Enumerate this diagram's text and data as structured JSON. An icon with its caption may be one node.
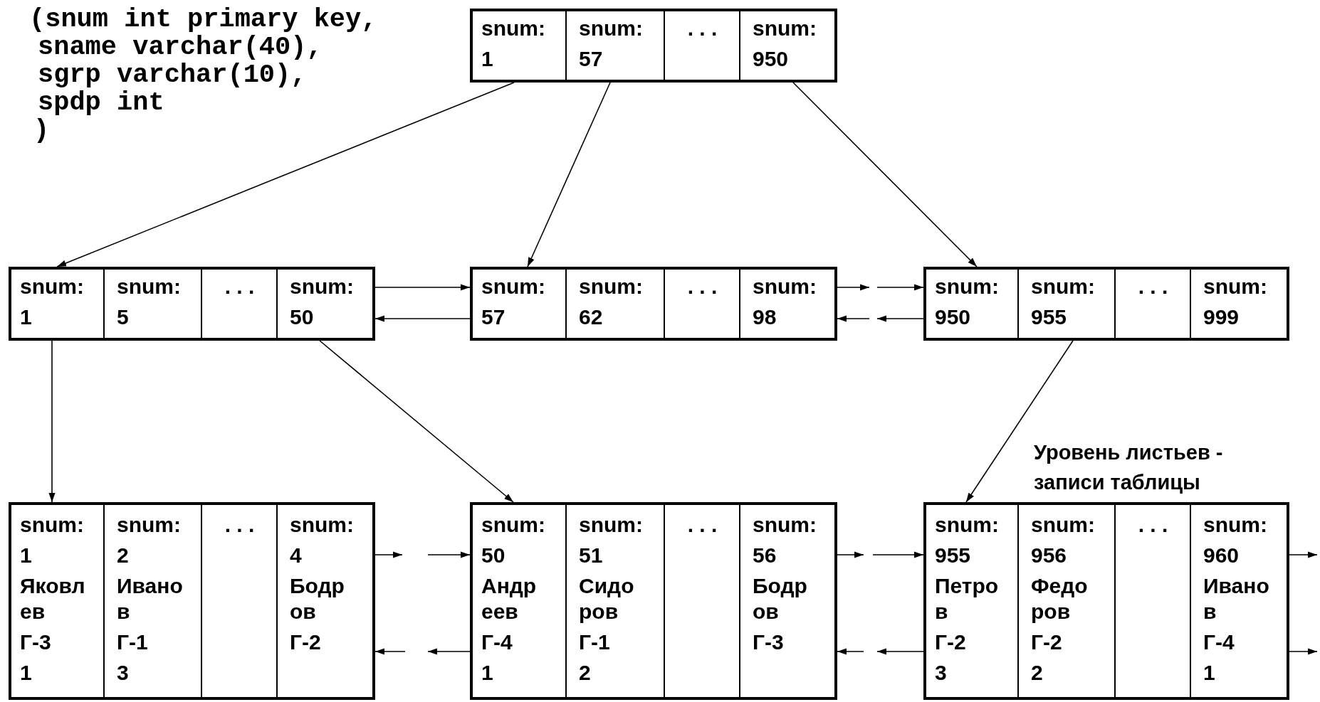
{
  "diagram": {
    "nodes": [
      {
        "text": [],
        "shape": "box"
      },
      {
        "text": [
          "snum:",
          "1"
        ],
        "in": 0
      },
      {
        "text": [
          "snum:",
          "57"
        ],
        "in": 0
      },
      {
        "text": [
          ". . ."
        ],
        "in": 0
      },
      {
        "text": [
          "snum:",
          "950"
        ],
        "in": 0
      },
      {
        "text": [],
        "shape": "box"
      },
      {
        "text": [
          "snum:",
          "1"
        ],
        "in": 5
      },
      {
        "text": [
          "snum:",
          "5"
        ],
        "in": 5
      },
      {
        "text": [
          ". . ."
        ],
        "in": 5
      },
      {
        "text": [
          "snum:",
          "50"
        ],
        "in": 5
      },
      {
        "text": [],
        "shape": "box"
      },
      {
        "text": [
          "snum:",
          "57"
        ],
        "in": 10
      },
      {
        "text": [
          "snum:",
          "62"
        ],
        "in": 10
      },
      {
        "text": [
          ". . ."
        ],
        "in": 10
      },
      {
        "text": [
          "snum:",
          "98"
        ],
        "in": 10
      },
      {
        "text": [],
        "shape": "box"
      },
      {
        "text": [
          "snum:",
          "950"
        ],
        "in": 15
      },
      {
        "text": [
          "snum:",
          "955"
        ],
        "in": 15
      },
      {
        "text": [
          ". . ."
        ],
        "in": 15
      },
      {
        "text": [
          "snum:",
          "999"
        ],
        "in": 15
      },
      {
        "text": [],
        "shape": "box"
      },
      {
        "text": [
          "snum:",
          "1",
          "Яковлев",
          "Г-3",
          "1"
        ],
        "in": 20
      },
      {
        "text": [
          "snum:",
          "2",
          "Иванов",
          "Г-1",
          "3"
        ],
        "in": 20
      },
      {
        "text": [
          ". . ."
        ],
        "in": 20
      },
      {
        "text": [
          "snum:",
          "4",
          "Бодров",
          "Г-2"
        ],
        "in": 20
      },
      {
        "text": [],
        "shape": "box"
      },
      {
        "text": [
          "snum:",
          "50",
          "Андреев",
          "Г-4",
          "1"
        ],
        "in": 25
      },
      {
        "text": [
          "snum:",
          "51",
          "Сидоров",
          "Г-1",
          "2"
        ],
        "in": 25
      },
      {
        "text": [
          ". . ."
        ],
        "in": 25
      },
      {
        "text": [
          "snum:",
          "56",
          "Бодров",
          "Г-3"
        ],
        "in": 25
      },
      {
        "text": [],
        "shape": "box"
      },
      {
        "text": [
          "snum:",
          "955",
          "Петров",
          "Г-2",
          "3"
        ],
        "in": 30
      },
      {
        "text": [
          "snum:",
          "956",
          "Федоров",
          "Г-2",
          "2"
        ],
        "in": 30
      },
      {
        "text": [
          ". . ."
        ],
        "in": 30
      },
      {
        "text": [
          "snum:",
          "960",
          "Иванов",
          "Г-4",
          "1"
        ],
        "in": 30
      }
    ],
    "edges": [
      {
        "from": 1,
        "to": 5,
        "arrow": "to"
      },
      {
        "from": 2,
        "to": 10,
        "arrow": "to"
      },
      {
        "from": 4,
        "to": 15,
        "arrow": "to"
      },
      {
        "from": 6,
        "to": 20,
        "arrow": "to"
      },
      {
        "from": 9,
        "to": 25,
        "arrow": "to"
      },
      {
        "from": 17,
        "to": 30,
        "arrow": "to"
      },
      {
        "from": 5,
        "to": 10,
        "arrow": "to"
      },
      {
        "from": 10,
        "to": 5,
        "arrow": "to"
      },
      {
        "from": 10,
        "to": null,
        "arrow": "to"
      },
      {
        "from": null,
        "to": 15,
        "arrow": "to"
      },
      {
        "from": 15,
        "to": null,
        "arrow": "to"
      },
      {
        "from": null,
        "to": 10,
        "arrow": "to"
      },
      {
        "from": 20,
        "to": null,
        "arrow": "to"
      },
      {
        "from": null,
        "to": 25,
        "arrow": "to"
      },
      {
        "from": 25,
        "to": null,
        "arrow": "to"
      },
      {
        "from": null,
        "to": 20,
        "arrow": "to"
      },
      {
        "from": 25,
        "to": null,
        "arrow": "to"
      },
      {
        "from": null,
        "to": 30,
        "arrow": "to"
      },
      {
        "from": 30,
        "to": null,
        "arrow": "to"
      },
      {
        "from": null,
        "to": 25,
        "arrow": "to"
      },
      {
        "from": 30,
        "to": null,
        "arrow": "to"
      },
      {
        "from": 30,
        "to": null,
        "arrow": "to"
      }
    ],
    "labels": [
      "(snum int primary key,",
      "sname varchar(40),",
      "sgrp varchar(10),",
      "spdp int",
      ")",
      "Уровень листьев - записи таблицы"
    ]
  }
}
